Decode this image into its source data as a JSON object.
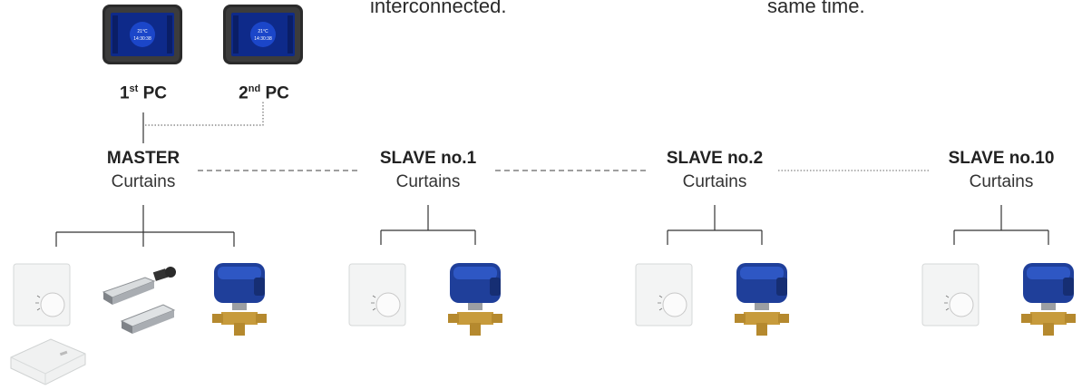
{
  "top_notes": {
    "left_fragment": "interconnected.",
    "right_fragment": "same time."
  },
  "panels": [
    {
      "label_main": "1",
      "label_sup": "st",
      "label_end": " PC",
      "screen_time": "21°C\n14:30:38"
    },
    {
      "label_main": "2",
      "label_sup": "nd",
      "label_end": " PC",
      "screen_time": "21°C\n14:30:38"
    }
  ],
  "nodes": [
    {
      "name": "MASTER",
      "sub": "Curtains"
    },
    {
      "name": "SLAVE no.1",
      "sub": "Curtains"
    },
    {
      "name": "SLAVE no.2",
      "sub": "Curtains"
    },
    {
      "name": "SLAVE no.10",
      "sub": "Curtains"
    }
  ],
  "colors": {
    "line": "#333333",
    "dash": "#666666",
    "valve_blue": "#1f3f9a",
    "valve_brass": "#c79b3c",
    "thermostat": "#f4f5f5"
  }
}
